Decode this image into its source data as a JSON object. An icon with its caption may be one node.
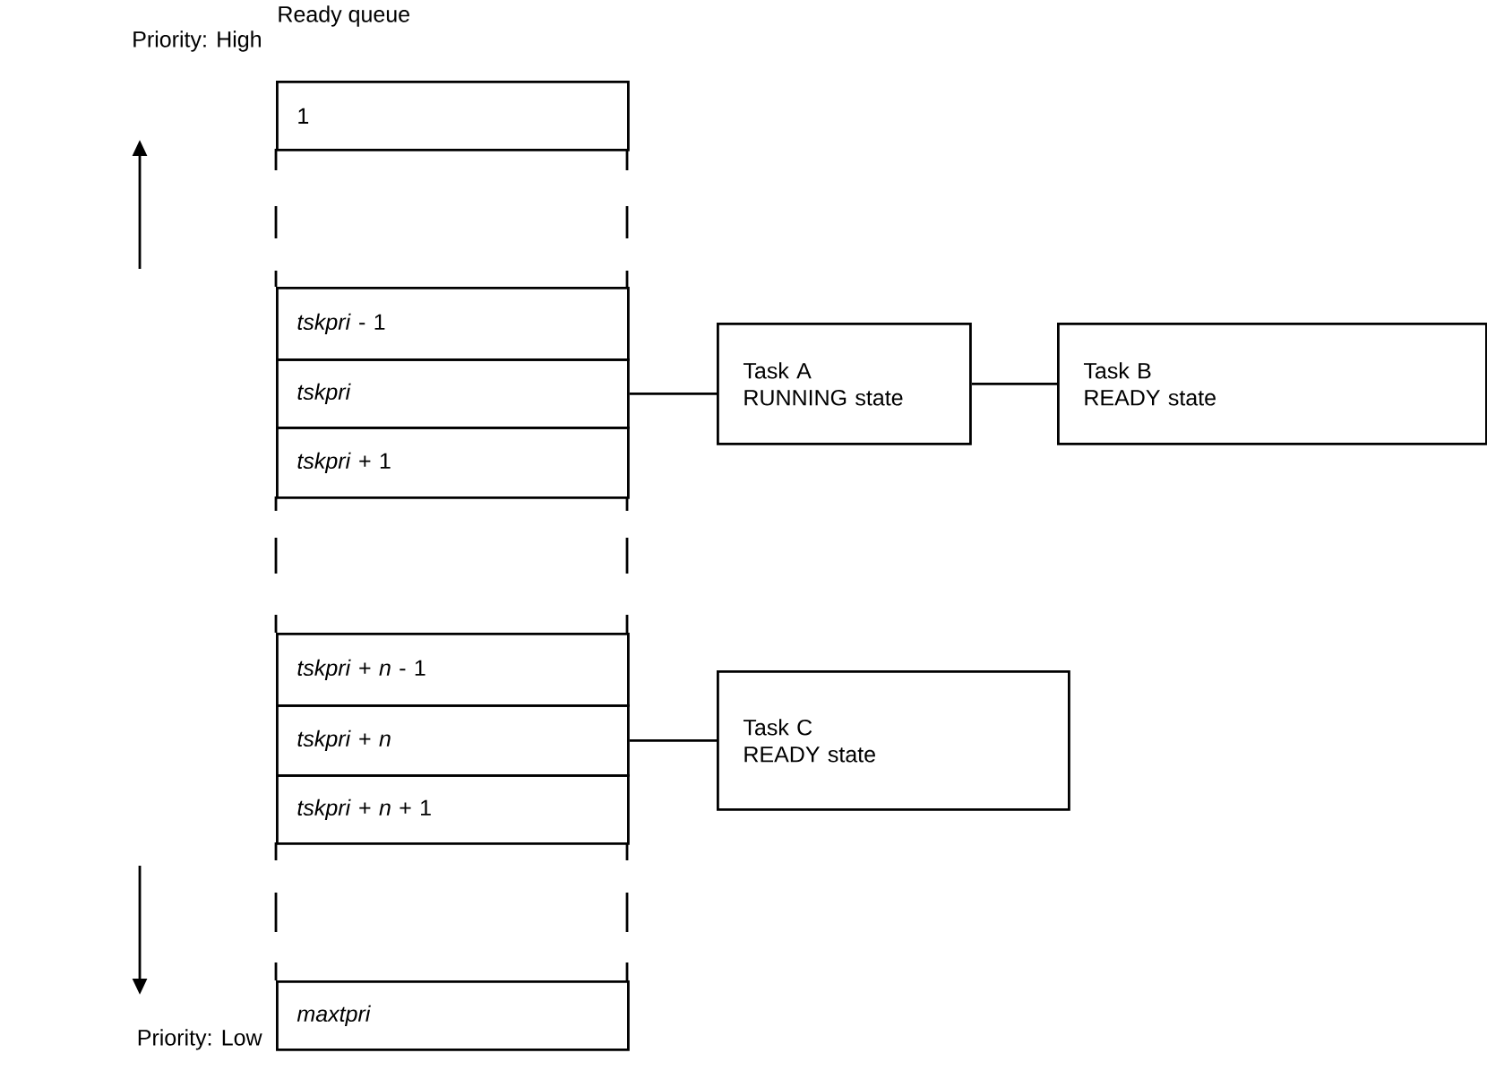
{
  "diagram": {
    "nodes": [
      {
        "text": [
          "1"
        ]
      },
      {
        "text": [
          "*tskpri* - 1"
        ]
      },
      {
        "text": [
          "*tskpri*"
        ]
      },
      {
        "text": [
          "*tskpri* + 1"
        ]
      },
      {
        "text": [
          "*tskpri* + *n* - 1"
        ]
      },
      {
        "text": [
          "*tskpri* + *n*"
        ]
      },
      {
        "text": [
          "*tskpri* + *n* + 1"
        ]
      },
      {
        "text": [
          "*maxtpri*"
        ]
      },
      {
        "text": [
          "Task A",
          "RUNNING state"
        ]
      },
      {
        "text": [
          "Task B",
          "READY state"
        ]
      },
      {
        "text": [
          "Task C",
          "READY state"
        ]
      }
    ],
    "edges": [
      {
        "from": 2,
        "to": 8,
        "arrow": "none"
      },
      {
        "from": 8,
        "to": 9,
        "arrow": "none"
      },
      {
        "from": 5,
        "to": 10,
        "arrow": "none"
      }
    ],
    "labels": [
      "Ready queue",
      "Priority: High",
      "Priority: Low"
    ]
  }
}
